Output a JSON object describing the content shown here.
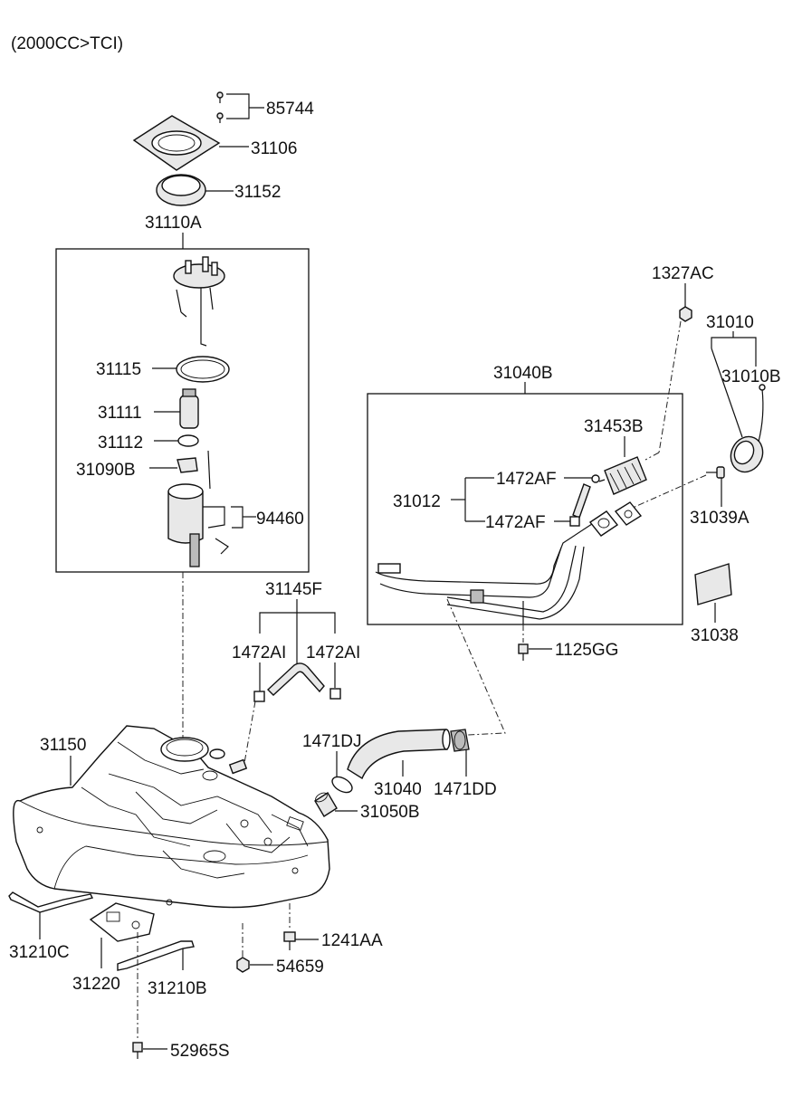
{
  "variant": "(2000CC>TCI)",
  "labels": {
    "p85744": "85744",
    "p31106": "31106",
    "p31152": "31152",
    "p31110A": "31110A",
    "p31115": "31115",
    "p31111": "31111",
    "p31112": "31112",
    "p31090B": "31090B",
    "p94460": "94460",
    "p1327AC": "1327AC",
    "p31010": "31010",
    "p31010B": "31010B",
    "p31040B": "31040B",
    "p31453B": "31453B",
    "p1472AF_a": "1472AF",
    "p31012": "31012",
    "p1472AF_b": "1472AF",
    "p31039A": "31039A",
    "p31038": "31038",
    "p1125GG": "1125GG",
    "p31145F": "31145F",
    "p1472AI_a": "1472AI",
    "p1472AI_b": "1472AI",
    "p31150": "31150",
    "p1471DJ": "1471DJ",
    "p31040": "31040",
    "p1471DD": "1471DD",
    "p31050B": "31050B",
    "p31210C": "31210C",
    "p31220": "31220",
    "p31210B": "31210B",
    "p1241AA": "1241AA",
    "p54659": "54659",
    "p52965S": "52965S"
  }
}
